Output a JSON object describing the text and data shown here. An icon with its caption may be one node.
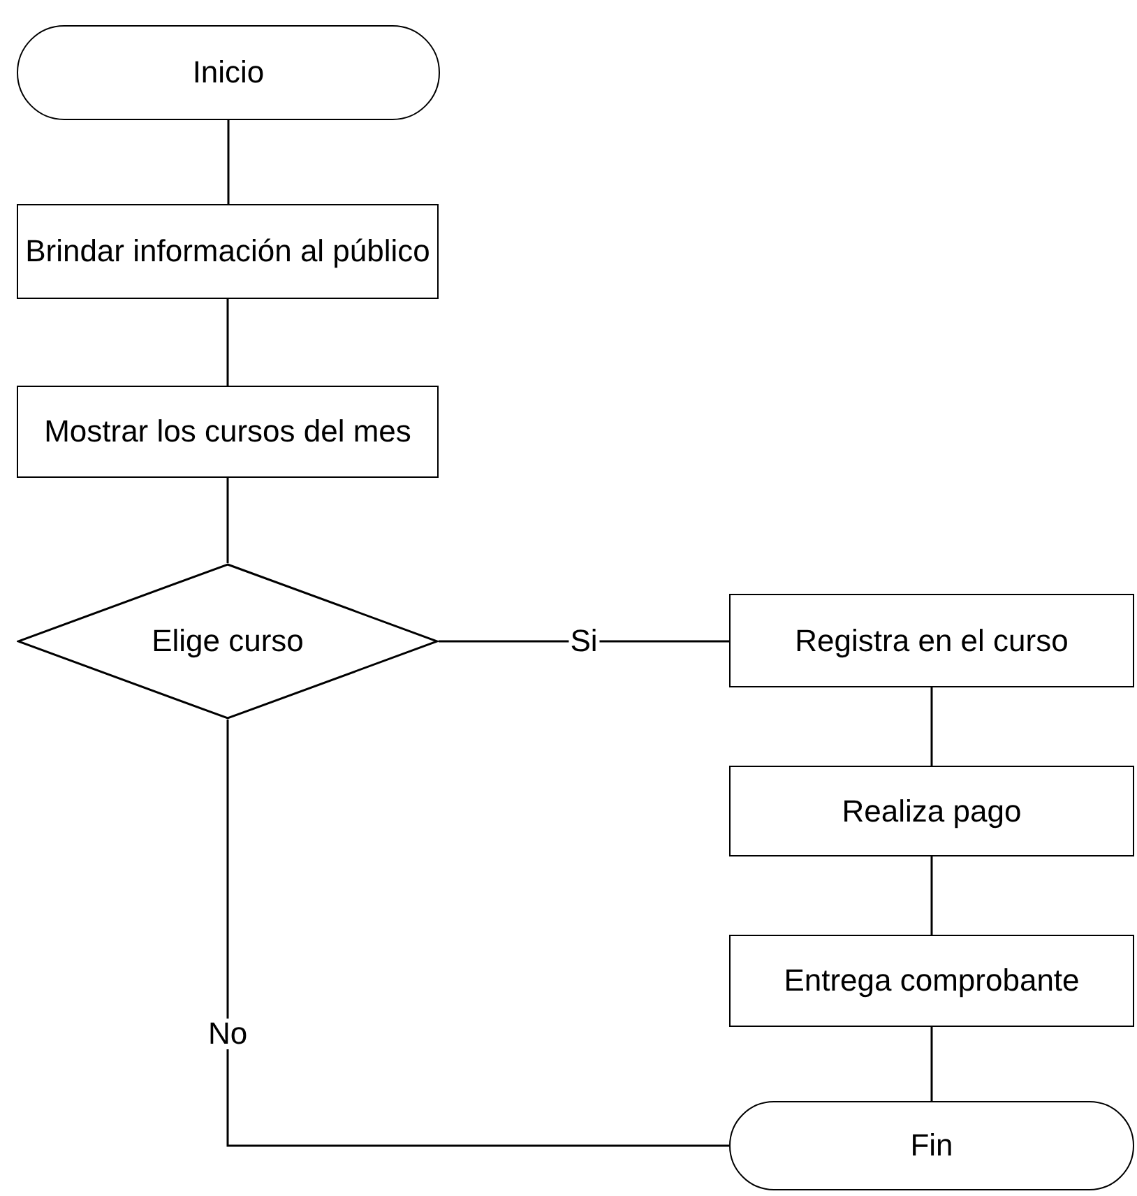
{
  "diagram": {
    "nodes": [
      {
        "text": [
          "Inicio"
        ]
      },
      {
        "text": [
          "Brindar información al público"
        ]
      },
      {
        "text": [
          "Mostrar los cursos del mes"
        ]
      },
      {
        "text": [
          "Elige curso"
        ]
      },
      {
        "text": [
          "Registra en el curso"
        ]
      },
      {
        "text": [
          "Realiza pago"
        ]
      },
      {
        "text": [
          "Entrega comprobante"
        ]
      },
      {
        "text": [
          "Fin"
        ]
      }
    ],
    "edges": [
      {
        "from": 0,
        "to": 1,
        "arrow": "none"
      },
      {
        "from": 1,
        "to": 2,
        "arrow": "none"
      },
      {
        "from": 2,
        "to": 3,
        "arrow": "none"
      },
      {
        "from": 3,
        "to": 4,
        "arrow": "none",
        "label": "Si"
      },
      {
        "from": 4,
        "to": 5,
        "arrow": "none"
      },
      {
        "from": 5,
        "to": 6,
        "arrow": "none"
      },
      {
        "from": 6,
        "to": 7,
        "arrow": "none"
      },
      {
        "from": 3,
        "to": 7,
        "arrow": "none",
        "label": "No"
      }
    ]
  }
}
